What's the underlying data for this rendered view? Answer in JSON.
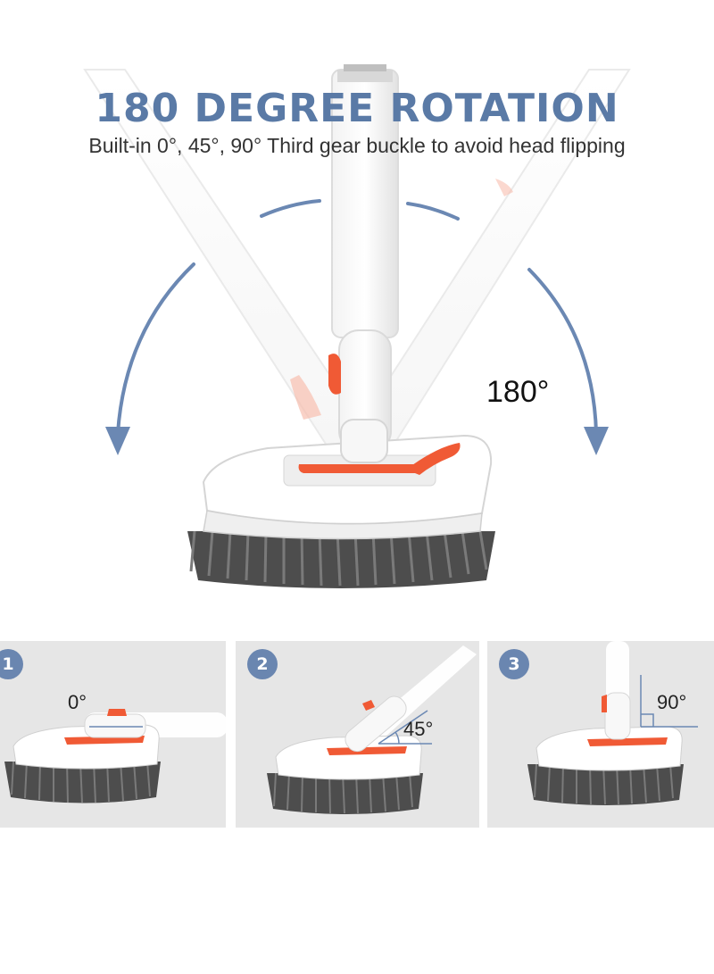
{
  "header": {
    "title": "180 DEGREE ROTATION",
    "subtitle": "Built-in 0°, 45°, 90° Third gear buckle to avoid head flipping"
  },
  "hero": {
    "rotation_label": "180°",
    "arrow_color": "#6b88b3",
    "accent_color": "#f05a35",
    "bristle_color": "#5c5c5c"
  },
  "steps": [
    {
      "number": "1",
      "angle": "0°"
    },
    {
      "number": "2",
      "angle": "45°"
    },
    {
      "number": "3",
      "angle": "90°"
    }
  ],
  "colors": {
    "title": "#5a7aa6",
    "badge": "#6a86b0",
    "panel_bg": "#e6e6e6"
  }
}
